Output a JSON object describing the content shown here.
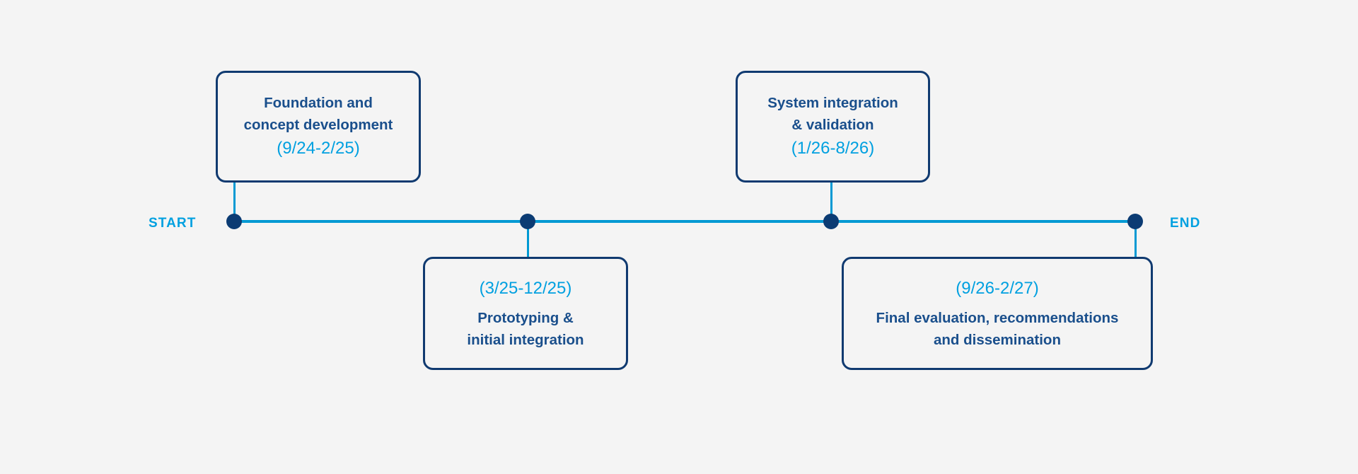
{
  "diagram": {
    "type": "timeline",
    "background_color": "#f4f4f4",
    "accent_color": "#0099d3",
    "navy_color": "#103a70",
    "title_color": "#1a4f8c",
    "date_color": "#00a0e0",
    "dot_color": "#0b3b73"
  },
  "axis": {
    "start_label": "START",
    "end_label": "END"
  },
  "milestones": [
    {
      "id": "foundation",
      "position": "above",
      "title": "Foundation and\nconcept development",
      "dates": "(9/24-2/25)"
    },
    {
      "id": "prototyping",
      "position": "below",
      "title": "Prototyping &\ninitial integration",
      "dates": "(3/25-12/25)"
    },
    {
      "id": "system-integration",
      "position": "above",
      "title": "System integration\n& validation",
      "dates": "(1/26-8/26)"
    },
    {
      "id": "final-evaluation",
      "position": "below",
      "title": "Final evaluation, recommendations\nand dissemination",
      "dates": "(9/26-2/27)"
    }
  ]
}
